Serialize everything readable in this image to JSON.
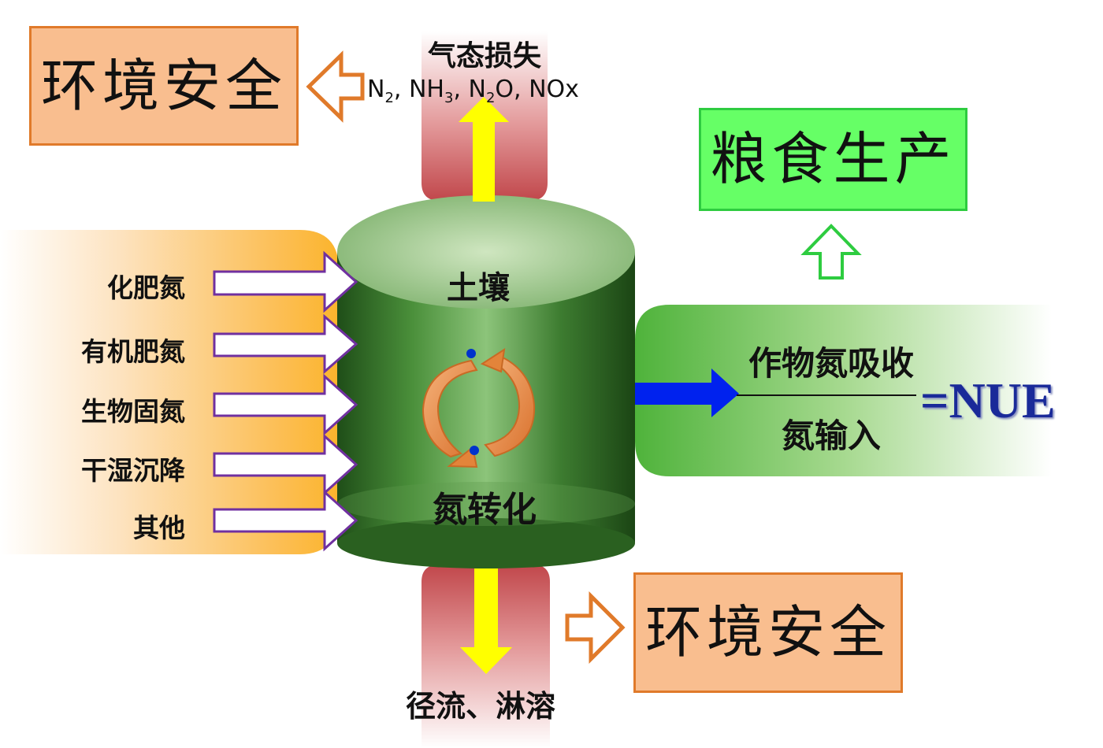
{
  "top_left_box": {
    "label": "环境安全"
  },
  "bottom_right_box": {
    "label": "环境安全"
  },
  "food_box": {
    "label": "粮食生产"
  },
  "gas_loss": {
    "title": "气态损失",
    "species": [
      {
        "base": "N",
        "sub": "2",
        "after": ", "
      },
      {
        "base": "NH",
        "sub": "3",
        "after": ", "
      },
      {
        "base": "N",
        "sub": "2",
        "after": "O, NOx"
      }
    ]
  },
  "inputs": [
    {
      "label": "化肥氮"
    },
    {
      "label": "有机肥氮"
    },
    {
      "label": "生物固氮"
    },
    {
      "label": "干湿沉降"
    },
    {
      "label": "其他"
    }
  ],
  "cylinder": {
    "top_label": "土壤",
    "center_label": "氮转化"
  },
  "bottom_loss": {
    "label": "径流、淋溶"
  },
  "nue": {
    "numerator": "作物氮吸收",
    "denominator": "氮输入",
    "result": "=NUE"
  },
  "colors": {
    "orange_fill": "#f9be8f",
    "orange_border": "#e07a2a",
    "green_box": "#66ff66",
    "cylinder_green": "#2d6a22",
    "yellow_arrow": "#ffff00",
    "blue_arrow": "#0022ee",
    "nue_text": "#1a2a99"
  }
}
